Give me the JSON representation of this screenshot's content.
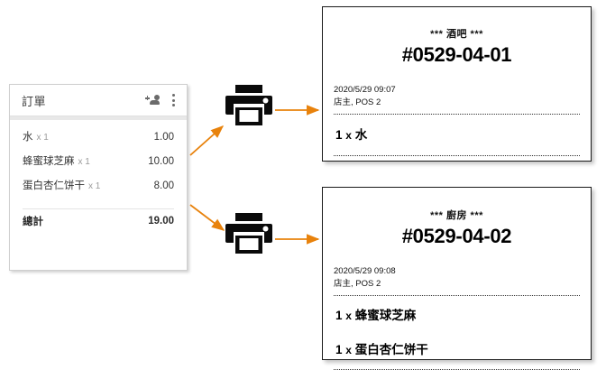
{
  "order_card": {
    "title": "訂單",
    "add_person_icon": "person-add-icon",
    "more_icon": "more-vertical-icon",
    "items": [
      {
        "name": "水",
        "qty": "x 1",
        "price": "1.00"
      },
      {
        "name": "蜂蜜球芝麻",
        "qty": "x 1",
        "price": "10.00"
      },
      {
        "name": "蛋白杏仁饼干",
        "qty": "x 1",
        "price": "8.00"
      }
    ],
    "total_label": "總計",
    "total_value": "19.00"
  },
  "printers": [
    {
      "name": "printer-bar",
      "icon": "printer-icon"
    },
    {
      "name": "printer-kitchen",
      "icon": "printer-icon"
    }
  ],
  "receipts": [
    {
      "department": "*** 酒吧 ***",
      "number": "#0529-04-01",
      "datetime": "2020/5/29 09:07",
      "operator": "店主, POS 2",
      "items": [
        {
          "qty": "1",
          "x": "x",
          "name": "水"
        }
      ]
    },
    {
      "department": "*** 廚房 ***",
      "number": "#0529-04-02",
      "datetime": "2020/5/29 09:08",
      "operator": "店主, POS 2",
      "items": [
        {
          "qty": "1",
          "x": "x",
          "name": "蜂蜜球芝麻"
        },
        {
          "qty": "1",
          "x": "x",
          "name": "蛋白杏仁饼干"
        }
      ]
    }
  ],
  "colors": {
    "arrow": "#E8820C",
    "printer": "#0A0A0A",
    "receipt_border": "#1B1B1B",
    "muted_text": "#9B9B9B"
  }
}
